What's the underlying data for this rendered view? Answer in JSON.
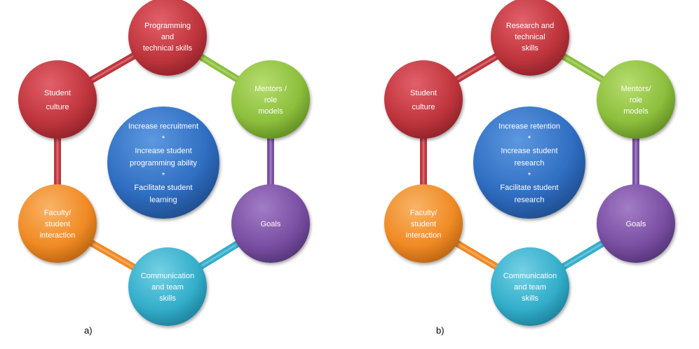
{
  "colors": {
    "red": "#c0353d",
    "green": "#8cbf3c",
    "purple": "#7a4fa3",
    "cyan": "#33aecb",
    "orange": "#f08a24",
    "blue": "#2f6ec2"
  },
  "diagrams": [
    {
      "caption": "a)",
      "center": [
        "Increase recruitment",
        "*",
        "Increase student",
        "programming ability",
        "*",
        "Facilitate student",
        "learning"
      ],
      "nodes": [
        {
          "lines": [
            "Programming",
            "and",
            "technical skills"
          ],
          "color": "red"
        },
        {
          "lines": [
            "Mentors /",
            "role",
            "models"
          ],
          "color": "green"
        },
        {
          "lines": [
            "Goals"
          ],
          "color": "purple"
        },
        {
          "lines": [
            "Communication",
            "and team",
            "skills"
          ],
          "color": "cyan"
        },
        {
          "lines": [
            "Faculty/",
            "student",
            "interaction"
          ],
          "color": "orange"
        },
        {
          "lines": [
            "Student",
            "culture"
          ],
          "color": "red"
        }
      ]
    },
    {
      "caption": "b)",
      "center": [
        "Increase retention",
        "*",
        "Increase student",
        "research",
        "*",
        "Facilitate student",
        "research"
      ],
      "nodes": [
        {
          "lines": [
            "Research and",
            "technical",
            "skills"
          ],
          "color": "red"
        },
        {
          "lines": [
            "Mentors/",
            "role",
            "models"
          ],
          "color": "green"
        },
        {
          "lines": [
            "Goals"
          ],
          "color": "purple"
        },
        {
          "lines": [
            "Communication",
            "and team",
            "skills"
          ],
          "color": "cyan"
        },
        {
          "lines": [
            "Faculty/",
            "student",
            "interaction"
          ],
          "color": "orange"
        },
        {
          "lines": [
            "Student",
            "culture"
          ],
          "color": "red"
        }
      ]
    }
  ]
}
